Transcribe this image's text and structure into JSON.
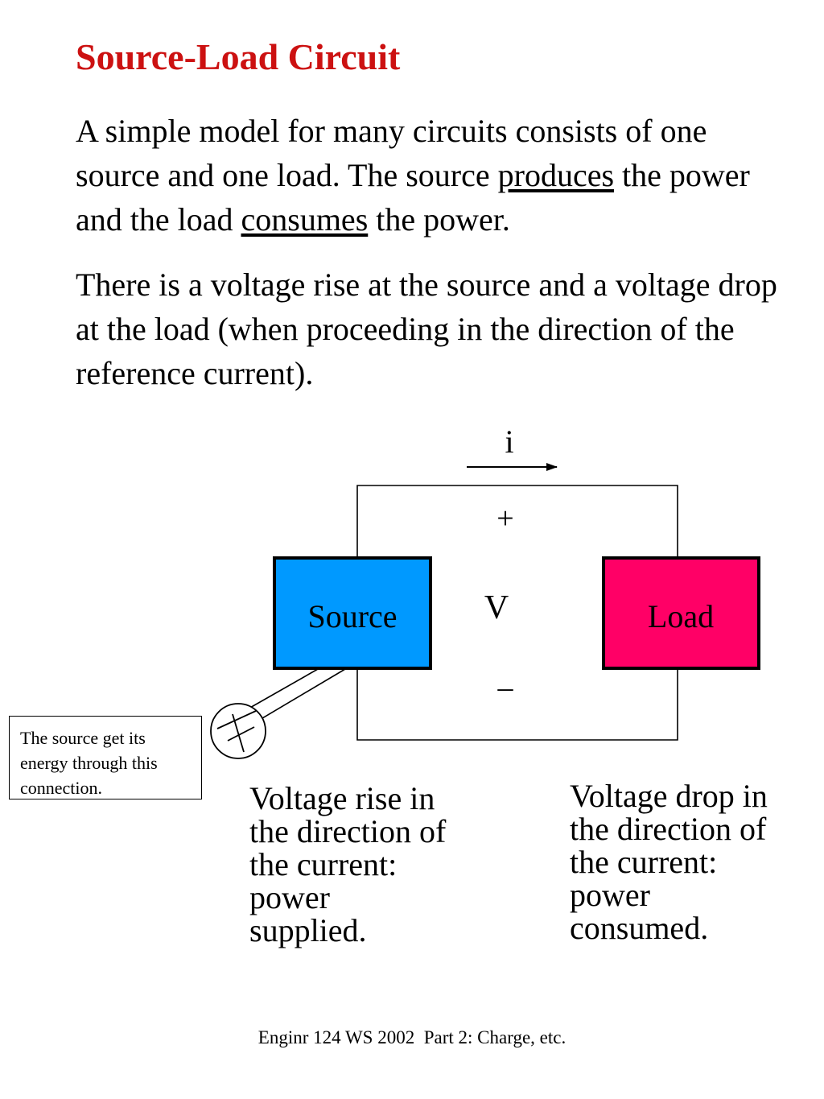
{
  "title": "Source-Load Circuit",
  "paragraph1": {
    "before": "A simple model for many circuits consists of one source and one load. The source ",
    "underline1": "produces",
    "middle": " the power and the load ",
    "underline2": "consumes",
    "after": " the power."
  },
  "paragraph2": "There is a voltage rise at the source and a voltage drop at the load (when proceeding in the direction of the reference current).",
  "diagram": {
    "current_label": "i",
    "plus_label": "+",
    "voltage_label": "V",
    "minus_label": "–",
    "source_label": "Source",
    "load_label": "Load",
    "source_color": "#0099ff",
    "load_color": "#ff0066"
  },
  "note": "The source get its energy through this connection.",
  "caption_left": {
    "line1": "Voltage rise in",
    "line2": "the direction of",
    "line3": "the current:",
    "line4": "power",
    "line5": "supplied."
  },
  "caption_right": {
    "line1": "Voltage drop in",
    "line2": "the direction of",
    "line3": "the current:",
    "line4": "power",
    "line5": "consumed."
  },
  "footer": "Enginr 124 WS 2002  Part 2: Charge, etc."
}
